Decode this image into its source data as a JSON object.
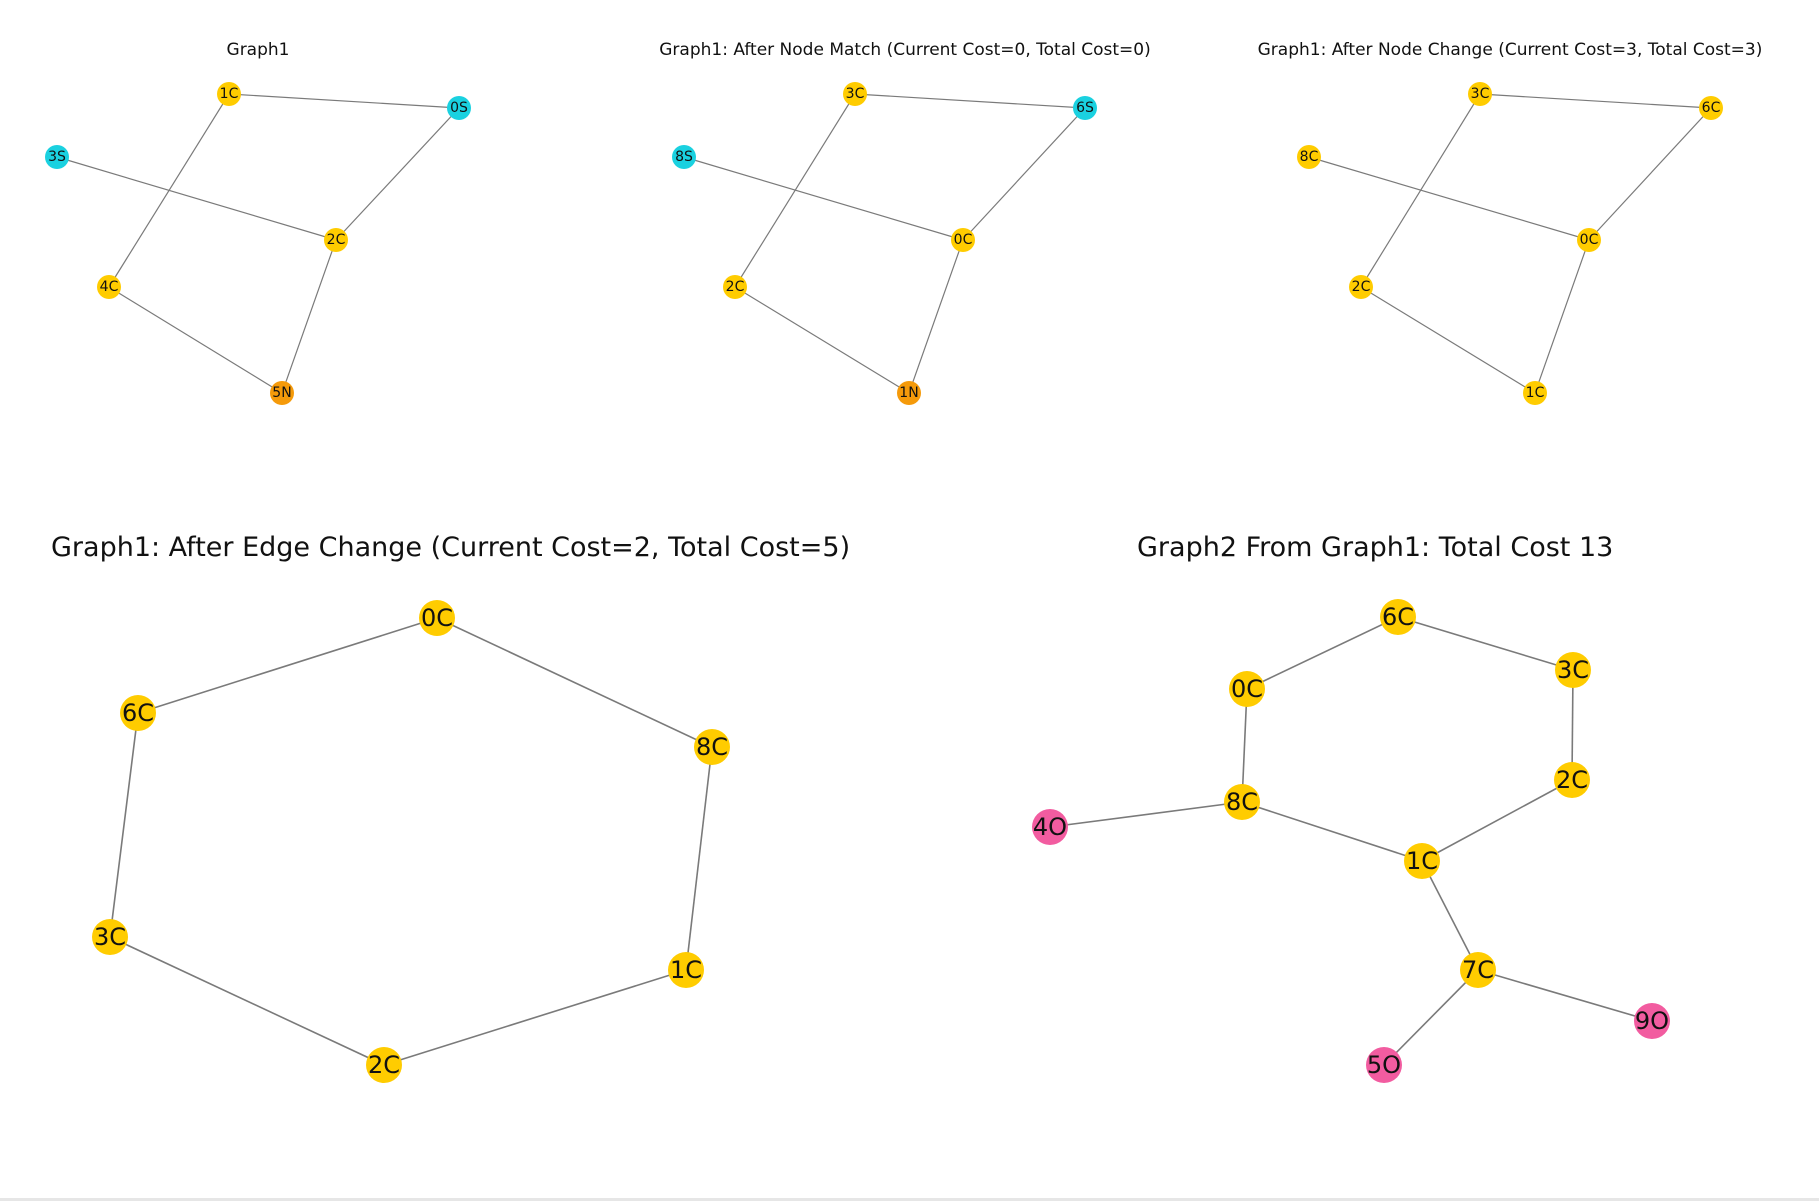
{
  "colors": {
    "C": "#ffcc00",
    "S": "#1ad1e0",
    "N": "#f59a0a",
    "O": "#f25ca0",
    "edge": "#7a7a7a"
  },
  "panels": [
    {
      "title": "Graph1",
      "nodes": [
        {
          "id": "1C",
          "type": "C"
        },
        {
          "id": "0S",
          "type": "S"
        },
        {
          "id": "3S",
          "type": "S"
        },
        {
          "id": "2C",
          "type": "C"
        },
        {
          "id": "4C",
          "type": "C"
        },
        {
          "id": "5N",
          "type": "N"
        }
      ],
      "edges": [
        [
          "1C",
          "0S"
        ],
        [
          "1C",
          "4C"
        ],
        [
          "0S",
          "2C"
        ],
        [
          "3S",
          "2C"
        ],
        [
          "2C",
          "5N"
        ],
        [
          "4C",
          "5N"
        ]
      ]
    },
    {
      "title": "Graph1: After Node Match (Current Cost=0, Total Cost=0)",
      "nodes": [
        {
          "id": "3C",
          "type": "C"
        },
        {
          "id": "6S",
          "type": "S"
        },
        {
          "id": "8S",
          "type": "S"
        },
        {
          "id": "0C",
          "type": "C"
        },
        {
          "id": "2C",
          "type": "C"
        },
        {
          "id": "1N",
          "type": "N"
        }
      ],
      "edges": [
        [
          "3C",
          "6S"
        ],
        [
          "3C",
          "2C"
        ],
        [
          "6S",
          "0C"
        ],
        [
          "8S",
          "0C"
        ],
        [
          "0C",
          "1N"
        ],
        [
          "2C",
          "1N"
        ]
      ]
    },
    {
      "title": "Graph1: After Node Change (Current Cost=3, Total Cost=3)",
      "nodes": [
        {
          "id": "3C",
          "type": "C"
        },
        {
          "id": "6C",
          "type": "C"
        },
        {
          "id": "8C",
          "type": "C"
        },
        {
          "id": "0C",
          "type": "C"
        },
        {
          "id": "2C",
          "type": "C"
        },
        {
          "id": "1C",
          "type": "C"
        }
      ],
      "edges": [
        [
          "3C",
          "6C"
        ],
        [
          "3C",
          "2C"
        ],
        [
          "6C",
          "0C"
        ],
        [
          "8C",
          "0C"
        ],
        [
          "0C",
          "1C"
        ],
        [
          "2C",
          "1C"
        ]
      ]
    },
    {
      "title": "Graph1: After Edge Change (Current Cost=2, Total Cost=5)",
      "nodes": [
        {
          "id": "0C",
          "type": "C"
        },
        {
          "id": "6C",
          "type": "C"
        },
        {
          "id": "8C",
          "type": "C"
        },
        {
          "id": "3C",
          "type": "C"
        },
        {
          "id": "1C",
          "type": "C"
        },
        {
          "id": "2C",
          "type": "C"
        }
      ],
      "edges": [
        [
          "0C",
          "6C"
        ],
        [
          "0C",
          "8C"
        ],
        [
          "6C",
          "3C"
        ],
        [
          "8C",
          "1C"
        ],
        [
          "3C",
          "2C"
        ],
        [
          "1C",
          "2C"
        ]
      ]
    },
    {
      "title": "Graph2 From Graph1: Total Cost 13",
      "nodes": [
        {
          "id": "6C",
          "type": "C"
        },
        {
          "id": "0C",
          "type": "C"
        },
        {
          "id": "3C",
          "type": "C"
        },
        {
          "id": "2C",
          "type": "C"
        },
        {
          "id": "8C",
          "type": "C"
        },
        {
          "id": "4O",
          "type": "O"
        },
        {
          "id": "1C",
          "type": "C"
        },
        {
          "id": "7C",
          "type": "C"
        },
        {
          "id": "9O",
          "type": "O"
        },
        {
          "id": "5O",
          "type": "O"
        }
      ],
      "edges": [
        [
          "6C",
          "0C"
        ],
        [
          "6C",
          "3C"
        ],
        [
          "0C",
          "8C"
        ],
        [
          "3C",
          "2C"
        ],
        [
          "8C",
          "4O"
        ],
        [
          "8C",
          "1C"
        ],
        [
          "2C",
          "1C"
        ],
        [
          "1C",
          "7C"
        ],
        [
          "7C",
          "9O"
        ],
        [
          "7C",
          "5O"
        ]
      ]
    }
  ]
}
